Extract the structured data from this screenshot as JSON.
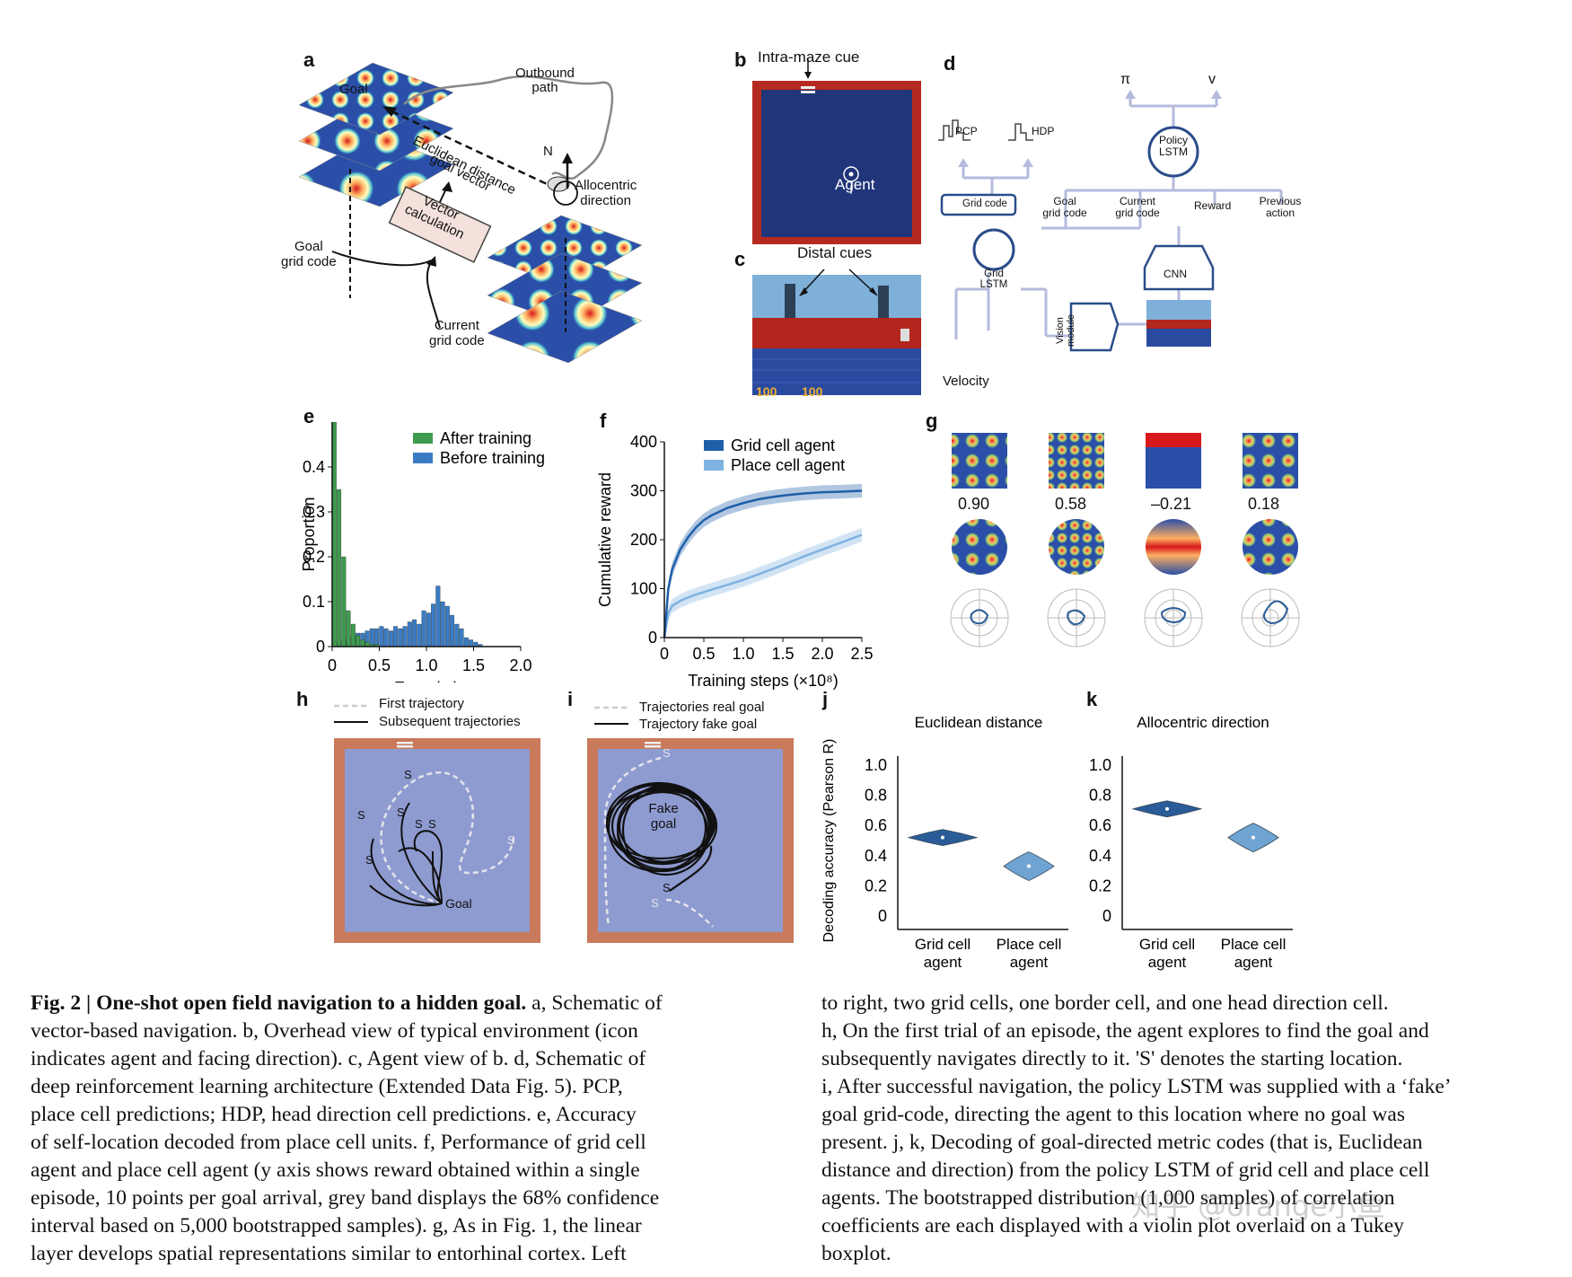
{
  "panel_letters": {
    "a": "a",
    "b": "b",
    "c": "c",
    "d": "d",
    "e": "e",
    "f": "f",
    "g": "g",
    "h": "h",
    "i": "i",
    "j": "j",
    "k": "k"
  },
  "panel_a": {
    "goal": "Goal",
    "outbound_path": [
      "Outbound",
      "path"
    ],
    "euclidean_distance": "Euclidean distance",
    "goal_vector": "goal vector",
    "vector_calculation": [
      "Vector",
      "calculation"
    ],
    "north": "N",
    "allocentric_direction": [
      "Allocentric",
      "direction"
    ],
    "goal_grid_code": [
      "Goal",
      "grid code"
    ],
    "current_grid_code": [
      "Current",
      "grid code"
    ]
  },
  "panel_b": {
    "intra_maze_cue": "Intra-maze cue",
    "agent": "Agent"
  },
  "panel_c": {
    "distal_cues": "Distal cues",
    "hud_left": "100",
    "hud_right": "100"
  },
  "panel_d": {
    "pi": "π",
    "v": "v",
    "pcp": "PCP",
    "hdp": "HDP",
    "policy_lstm": [
      "Policy",
      "LSTM"
    ],
    "goal_grid_code": [
      "Goal",
      "grid code"
    ],
    "current_grid_code": [
      "Current",
      "grid code"
    ],
    "reward": "Reward",
    "previous_action": [
      "Previous",
      "action"
    ],
    "grid_code": "Grid code",
    "grid_lstm": [
      "Grid",
      "LSTM"
    ],
    "cnn": "CNN",
    "vision_module": [
      "Vision",
      "module"
    ],
    "velocity": "Velocity"
  },
  "panel_g": {
    "correlations": [
      "0.90",
      "0.58",
      "–0.21",
      "0.18"
    ]
  },
  "panel_h": {
    "legend": [
      "First trajectory",
      "Subsequent trajectories"
    ],
    "start": "S",
    "goal": "Goal"
  },
  "panel_i": {
    "legend": [
      "Trajectories real goal",
      "Trajectory fake goal"
    ],
    "fake_goal": [
      "Fake",
      "goal"
    ],
    "start": "S"
  },
  "chart_data": [
    {
      "id": "e",
      "type": "bar",
      "xlabel": "Error (m)",
      "ylabel": "Proportion",
      "xlim": [
        0,
        2.0
      ],
      "ylim": [
        0,
        0.5
      ],
      "xticks": [
        "0",
        "0.5",
        "1.0",
        "1.5",
        "2.0"
      ],
      "yticks": [
        "0",
        "0.1",
        "0.2",
        "0.3",
        "0.4"
      ],
      "bin_width": 0.05,
      "legend_position": "top-right",
      "series": [
        {
          "name": "Before training",
          "color": "#3a7cc4",
          "bin_starts": [
            0.0,
            0.05,
            0.1,
            0.15,
            0.2,
            0.25,
            0.3,
            0.35,
            0.4,
            0.45,
            0.5,
            0.55,
            0.6,
            0.65,
            0.7,
            0.75,
            0.8,
            0.85,
            0.9,
            0.95,
            1.0,
            1.05,
            1.1,
            1.15,
            1.2,
            1.25,
            1.3,
            1.35,
            1.4,
            1.45,
            1.5,
            1.55
          ],
          "values": [
            0.0,
            0.01,
            0.015,
            0.02,
            0.025,
            0.03,
            0.03,
            0.035,
            0.04,
            0.04,
            0.045,
            0.04,
            0.035,
            0.045,
            0.04,
            0.045,
            0.055,
            0.06,
            0.05,
            0.08,
            0.075,
            0.095,
            0.135,
            0.1,
            0.09,
            0.07,
            0.05,
            0.04,
            0.02,
            0.015,
            0.01,
            0.005
          ]
        },
        {
          "name": "After training",
          "color": "#3e9a4e",
          "bin_starts": [
            0.0,
            0.05,
            0.1,
            0.15,
            0.2,
            0.25,
            0.3,
            0.35,
            0.4,
            0.45
          ],
          "values": [
            0.5,
            0.35,
            0.2,
            0.08,
            0.05,
            0.025,
            0.015,
            0.01,
            0.005,
            0.005
          ]
        }
      ]
    },
    {
      "id": "f",
      "type": "line",
      "xlabel": "Training steps (×10⁸)",
      "ylabel": "Cumulative reward",
      "xlim": [
        0,
        2.5
      ],
      "ylim": [
        0,
        400
      ],
      "xticks": [
        "0",
        "0.5",
        "1.0",
        "1.5",
        "2.0",
        "2.5"
      ],
      "yticks": [
        "0",
        "100",
        "200",
        "300",
        "400"
      ],
      "legend_position": "top",
      "series": [
        {
          "name": "Grid cell agent",
          "color": "#1f5fa8",
          "x": [
            0,
            0.05,
            0.1,
            0.2,
            0.3,
            0.4,
            0.5,
            0.6,
            0.8,
            1.0,
            1.2,
            1.4,
            1.6,
            1.8,
            2.0,
            2.2,
            2.5
          ],
          "y": [
            0,
            100,
            140,
            180,
            205,
            225,
            240,
            250,
            265,
            275,
            283,
            288,
            292,
            295,
            297,
            298,
            300
          ]
        },
        {
          "name": "Place cell agent",
          "color": "#7fb2e0",
          "x": [
            0,
            0.05,
            0.1,
            0.2,
            0.3,
            0.4,
            0.5,
            0.6,
            0.8,
            1.0,
            1.2,
            1.4,
            1.6,
            1.8,
            2.0,
            2.2,
            2.5
          ],
          "y": [
            0,
            50,
            65,
            75,
            82,
            88,
            93,
            98,
            108,
            118,
            130,
            142,
            155,
            168,
            180,
            192,
            210
          ]
        }
      ]
    },
    {
      "id": "j",
      "type": "violin",
      "title": "Euclidean distance",
      "ylabel": "Decoding accuracy (Pearson R)",
      "ylim": [
        0,
        1.0
      ],
      "yticks": [
        "0",
        "0.2",
        "0.4",
        "0.6",
        "0.8",
        "1.0"
      ],
      "categories": [
        "Grid cell agent",
        "Place cell agent"
      ],
      "medians": [
        0.52,
        0.33
      ],
      "colors": [
        "#2a5d97",
        "#6fa4d2"
      ]
    },
    {
      "id": "k",
      "type": "violin",
      "title": "Allocentric direction",
      "ylim": [
        0,
        1.0
      ],
      "yticks": [
        "0",
        "0.2",
        "0.4",
        "0.6",
        "0.8",
        "1.0"
      ],
      "categories": [
        "Grid cell agent",
        "Place cell agent"
      ],
      "medians": [
        0.71,
        0.52
      ],
      "colors": [
        "#2a5d97",
        "#6fa4d2"
      ]
    }
  ],
  "caption": {
    "fig_label": "Fig. 2 |",
    "fig_title": "One-shot open field navigation to a hidden goal.",
    "left_lines": [
      " a, Schematic of",
      "vector-based navigation. b, Overhead view of typical environment (icon",
      "indicates agent and facing direction). c, Agent view of b. d, Schematic of",
      "deep reinforcement learning architecture (Extended Data Fig. 5). PCP,",
      "place cell predictions; HDP, head direction cell predictions. e, Accuracy",
      "of self-location decoded from place cell units. f, Performance of grid cell",
      "agent and place cell agent (y axis shows reward obtained within a single",
      "episode, 10 points per goal arrival, grey band displays the 68% confidence",
      "interval based on 5,000 bootstrapped samples). g, As in Fig. 1, the linear",
      "layer develops spatial representations similar to entorhinal cortex. Left"
    ],
    "right_lines": [
      "to right, two grid cells, one border cell, and one head direction cell.",
      "h, On the first trial of an episode, the agent explores to find the goal and",
      "subsequently navigates directly to it. 'S' denotes the starting location.",
      "i, After successful navigation, the policy LSTM was supplied with a ‘fake’",
      "goal grid-code, directing the agent to this location where no goal was",
      "present. j, k, Decoding of goal-directed metric codes (that is, Euclidean",
      "distance and direction) from the policy LSTM of grid cell and place cell",
      "agents. The bootstrapped distribution (1,000 samples) of correlation",
      "coefficients are each displayed with a violin plot overlaid on a Tukey",
      "boxplot."
    ]
  },
  "watermark": "知乎 @orange小鱼",
  "colors": {
    "blue": "#2a5d97",
    "light_blue": "#7fb2e0",
    "green": "#3e9a4e",
    "arena": "#8e9bd0",
    "wall": "#c97a5a"
  }
}
